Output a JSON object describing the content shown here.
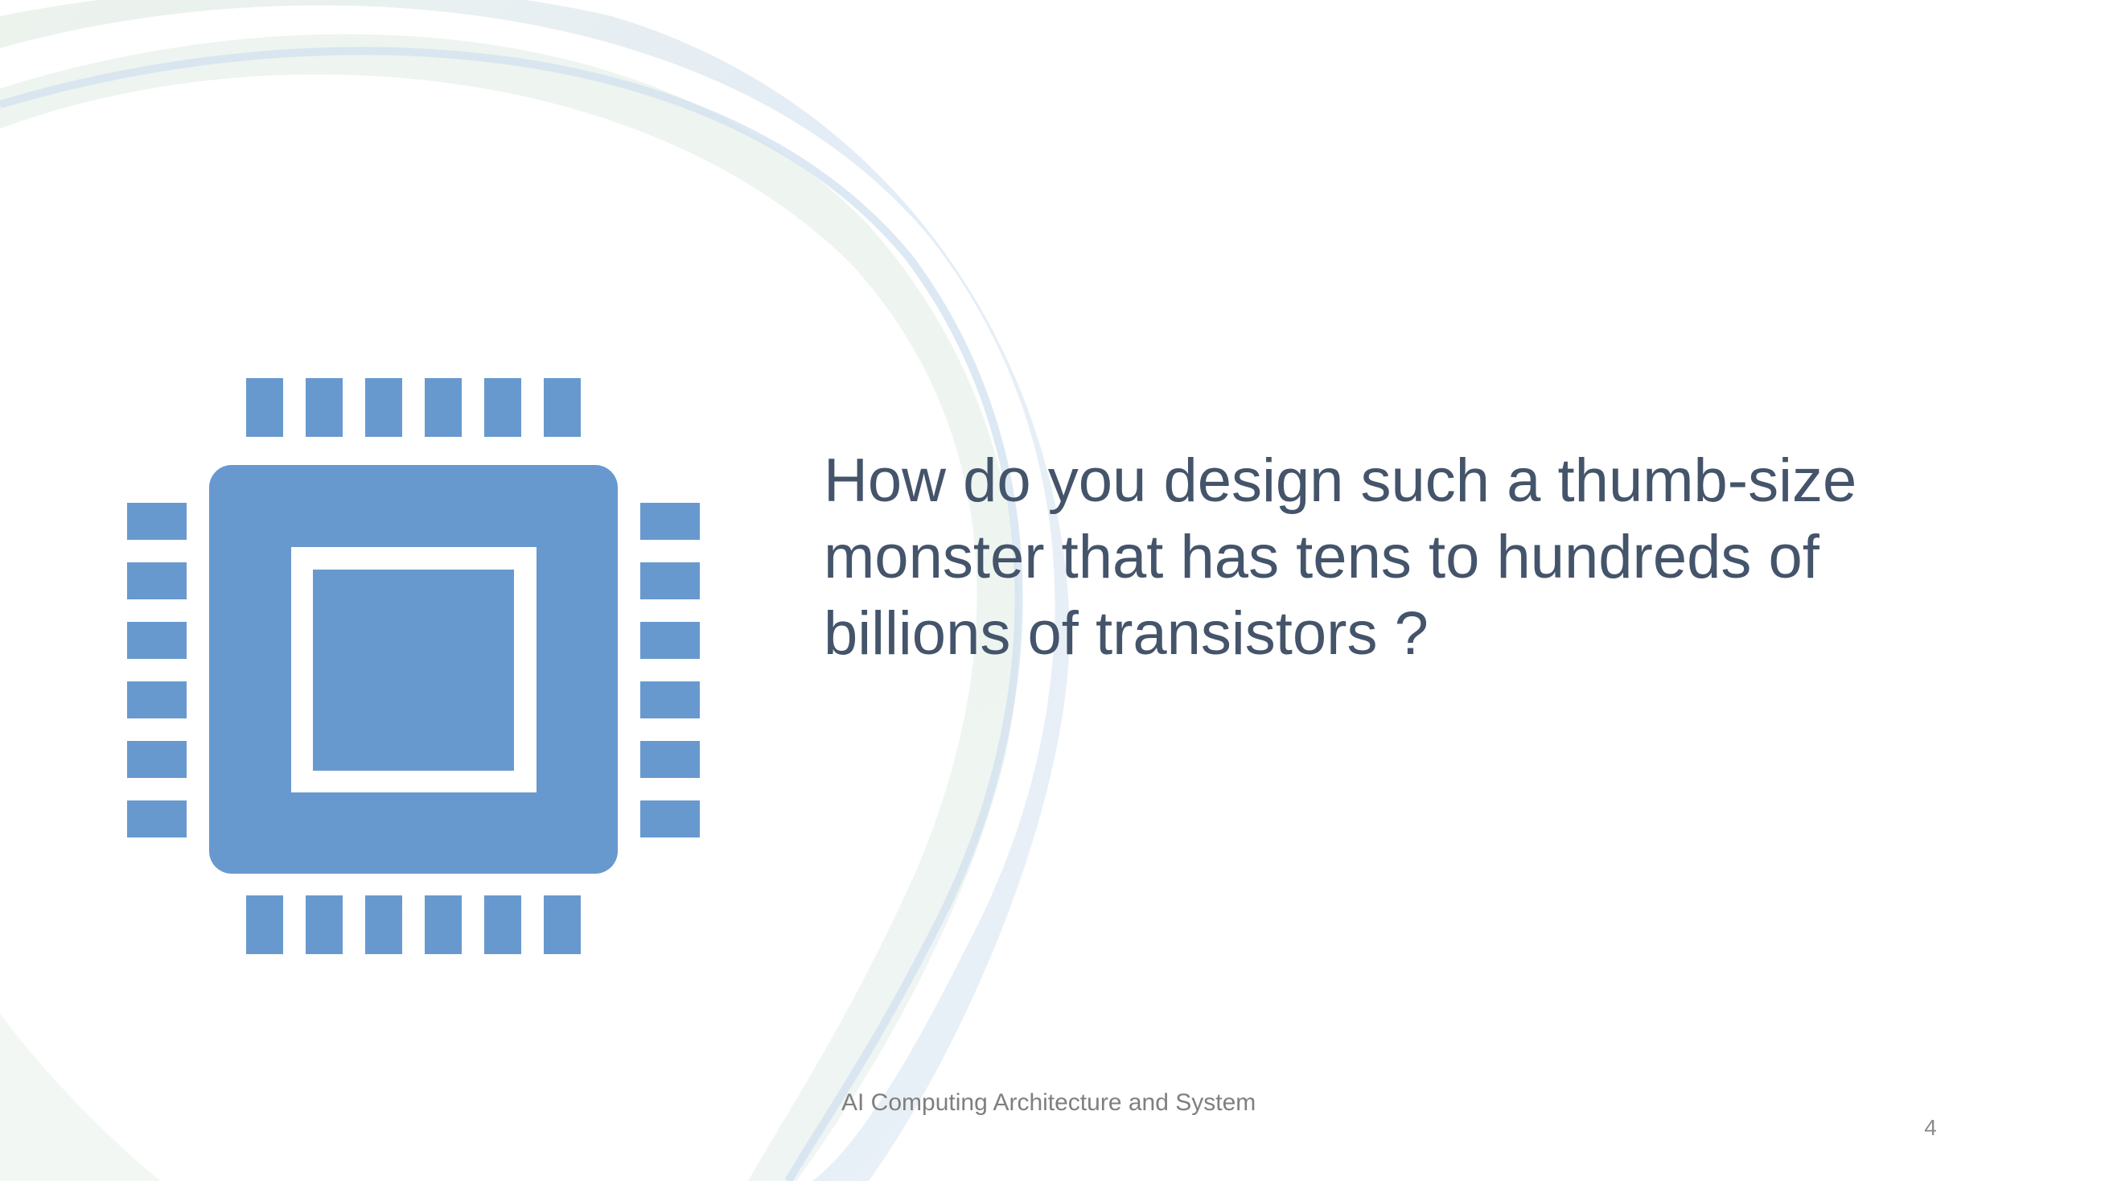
{
  "slide": {
    "title": "How do you design such a thumb-size monster that has tens to hundreds of billions of transistors ?",
    "footer": "AI Computing Architecture and System",
    "slide_number": "4"
  },
  "icons": {
    "main_icon": "processor-chip-icon"
  },
  "colors": {
    "accent": "#6799cf",
    "title_text": "#44546a",
    "footer_text": "#7f7f7f",
    "swoosh_blue": "#dce8f3",
    "swoosh_green": "#dbe9df"
  }
}
